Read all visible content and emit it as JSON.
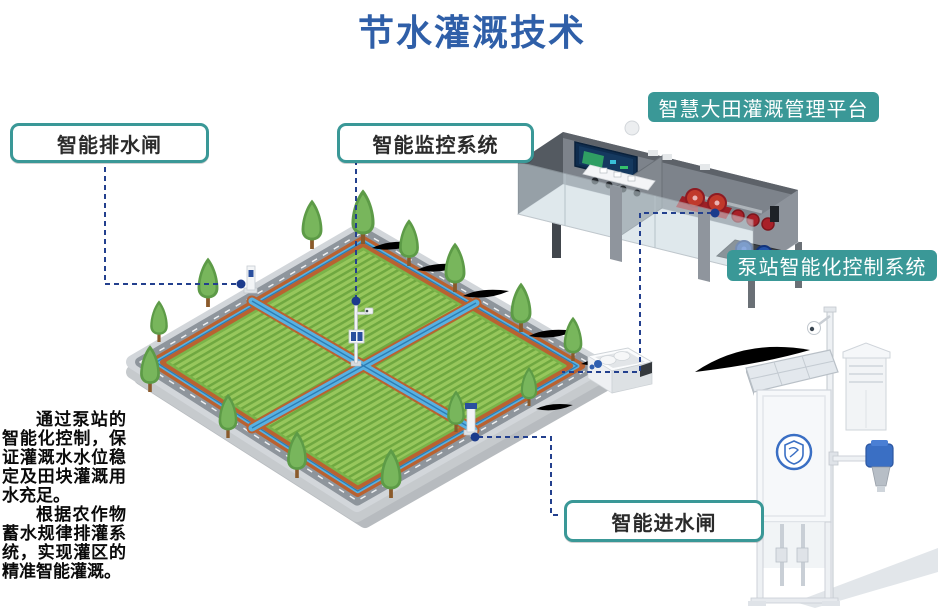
{
  "title": "节水灌溉技术",
  "labels": {
    "drain_gate": "智能排水闸",
    "monitor_system": "智能监控系统",
    "platform": "智慧大田灌溉管理平台",
    "pump_control": "泵站智能化控制系统",
    "inlet_gate": "智能进水闸"
  },
  "description": {
    "para1": "通过泵站的智能化控制，保证灌溉水水位稳定及田块灌溉用水充足。",
    "para2": "根据农作物蓄水规律排灌系统，实现灌区的精准智能灌溉。"
  },
  "colors": {
    "title_blue": "#2f5fa8",
    "teal": "#3a9897",
    "connector_navy": "#23408e",
    "field_green_light": "#97c75c",
    "field_green_dark": "#6fa840",
    "canal_blue": "#58b1e1",
    "canal_edge_brown": "#b96231",
    "road_gray": "#8e959c"
  }
}
